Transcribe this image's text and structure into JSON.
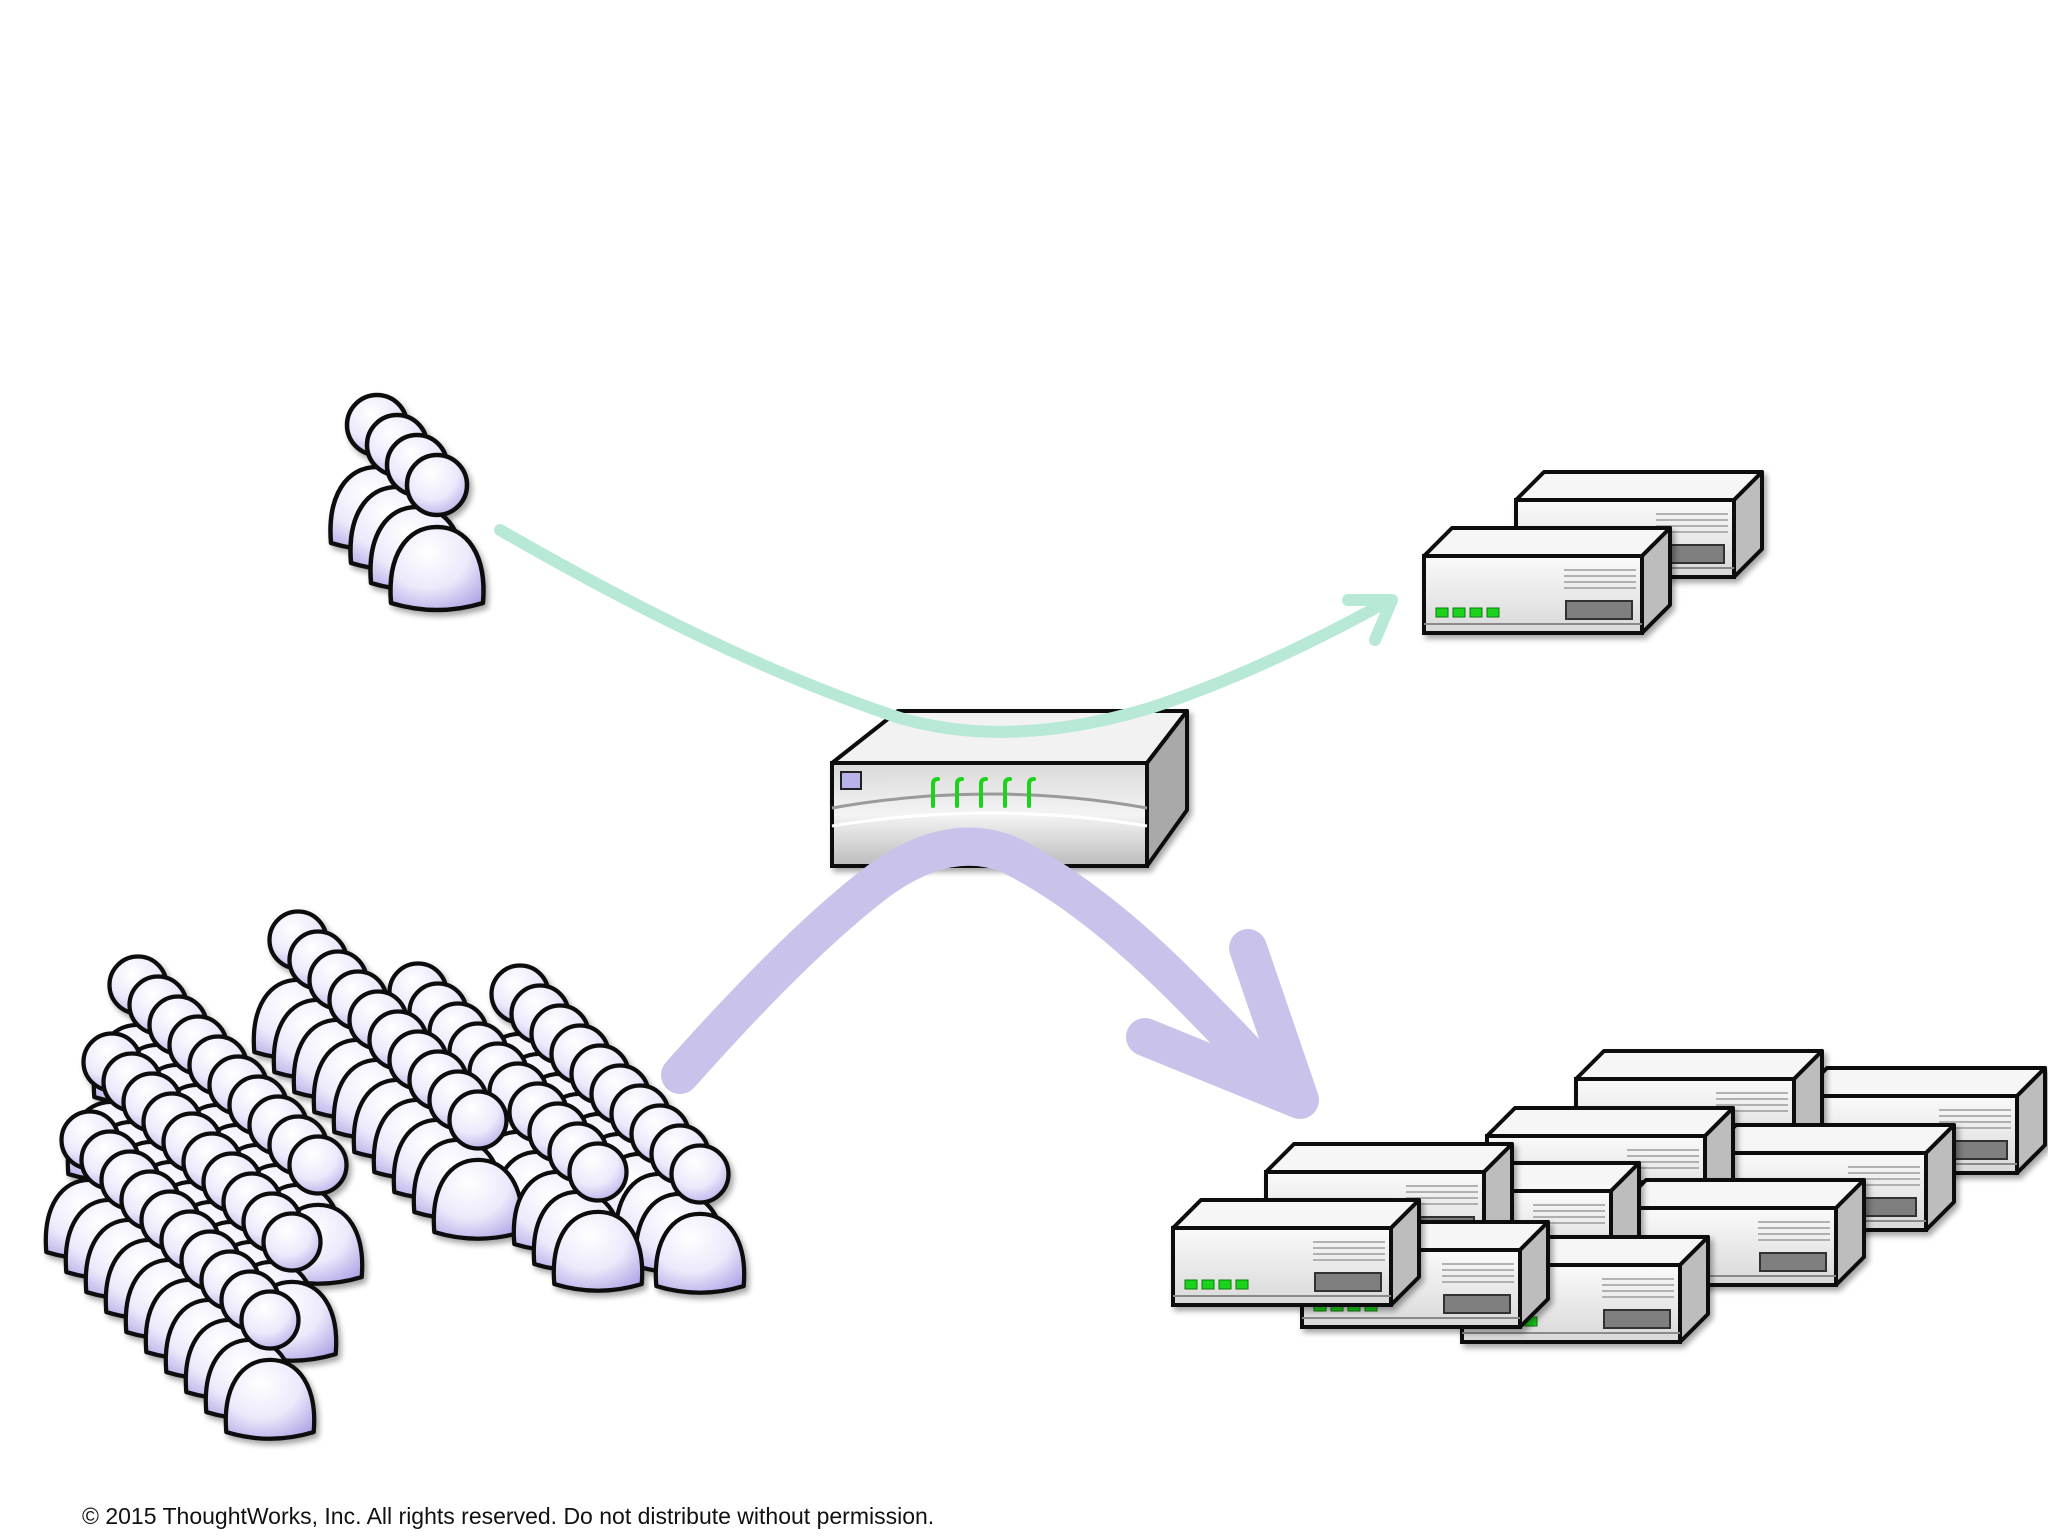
{
  "footer": {
    "copyright": "© 2015 ThoughtWorks, Inc. All rights reserved. Do not distribute without permission."
  },
  "colors": {
    "background": "#ffffff",
    "canary_route": "#b8e8d6",
    "main_route": "#c9c3ec",
    "person_fill": "#ece9fb",
    "person_shade": "#b1a7e6",
    "server_body": "#e9e9e9",
    "server_top": "#f6f6f6",
    "server_side": "#bdbdbd",
    "status_led": "#1ed31e",
    "outline": "#111111"
  },
  "icons": {
    "user": "person-icon",
    "server": "server-icon",
    "router": "router-icon"
  },
  "groups": {
    "small_user_group": {
      "icon": "person-icon",
      "count": 4
    },
    "large_user_group": {
      "icon": "person-icon",
      "count": 60
    },
    "small_server_pool": {
      "icon": "server-icon",
      "count": 2
    },
    "large_server_pool": {
      "icon": "server-icon",
      "count": 10
    },
    "load_balancer": {
      "icon": "router-icon",
      "count": 1,
      "port_leds": 5
    }
  }
}
